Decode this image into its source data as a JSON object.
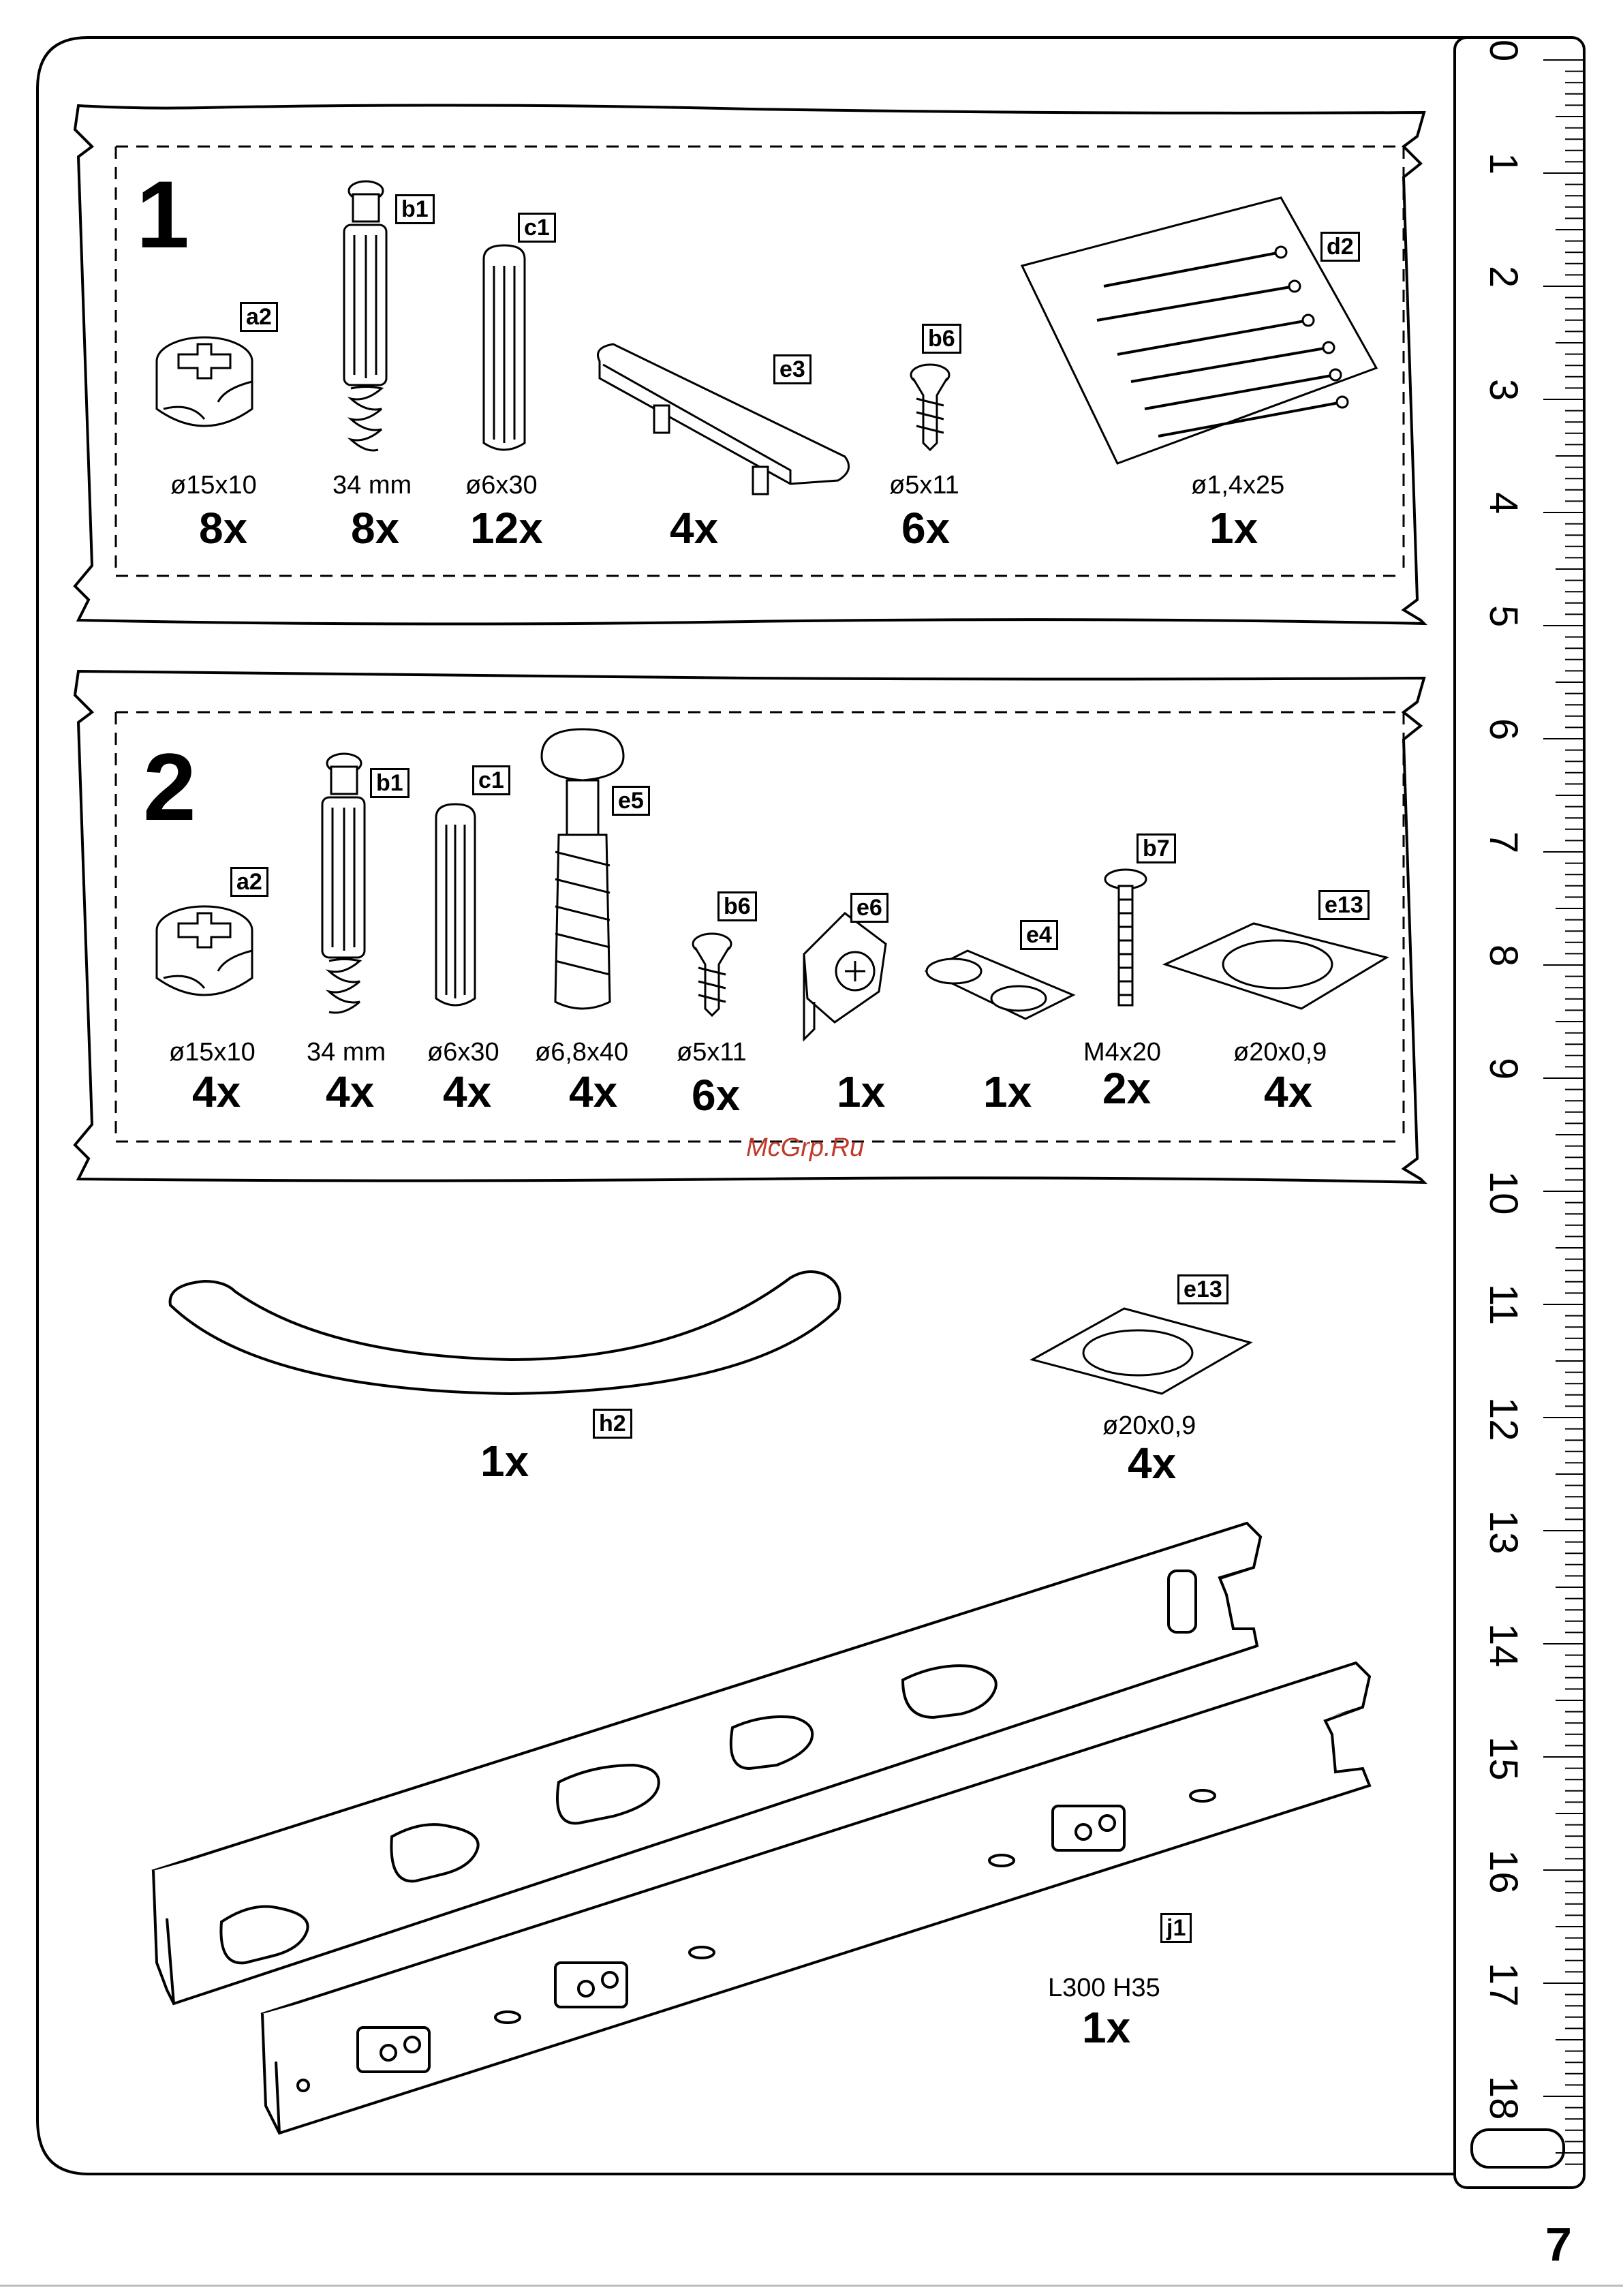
{
  "page_number": "7",
  "watermark": "McGrp.Ru",
  "bag1": {
    "step": "1",
    "items": [
      {
        "code": "a2",
        "spec": "ø15x10",
        "qty": "8x",
        "icon": "cam-lock-icon"
      },
      {
        "code": "b1",
        "spec": "34 mm",
        "qty": "8x",
        "icon": "cam-bolt-icon"
      },
      {
        "code": "c1",
        "spec": "ø6x30",
        "qty": "12x",
        "icon": "wooden-dowel-icon"
      },
      {
        "code": "e3",
        "spec": "",
        "qty": "4x",
        "icon": "drawer-stop-icon"
      },
      {
        "code": "b6",
        "spec": "ø5x11",
        "qty": "6x",
        "icon": "screw-icon"
      },
      {
        "code": "d2",
        "spec": "ø1,4x25",
        "qty": "1x",
        "icon": "nail-bag-icon"
      }
    ]
  },
  "bag2": {
    "step": "2",
    "items": [
      {
        "code": "a2",
        "spec": "ø15x10",
        "qty": "4x",
        "icon": "cam-lock-icon"
      },
      {
        "code": "b1",
        "spec": "34 mm",
        "qty": "4x",
        "icon": "cam-bolt-icon"
      },
      {
        "code": "c1",
        "spec": "ø6x30",
        "qty": "4x",
        "icon": "wooden-dowel-icon"
      },
      {
        "code": "e5",
        "spec": "ø6,8x40",
        "qty": "4x",
        "icon": "wall-plug-icon"
      },
      {
        "code": "b6",
        "spec": "ø5x11",
        "qty": "6x",
        "icon": "screw-icon"
      },
      {
        "code": "e6",
        "spec": "",
        "qty": "1x",
        "icon": "corner-bracket-icon"
      },
      {
        "code": "e4",
        "spec": "",
        "qty": "1x",
        "icon": "felt-pads-icon"
      },
      {
        "code": "b7",
        "spec": "M4x20",
        "qty": "2x",
        "icon": "machine-screw-icon"
      },
      {
        "code": "e13",
        "spec": "ø20x0,9",
        "qty": "4x",
        "icon": "round-pad-icon"
      }
    ]
  },
  "loose": [
    {
      "code": "h2",
      "spec": "",
      "qty": "1x",
      "icon": "curved-handle-icon"
    },
    {
      "code": "e13",
      "spec": "ø20x0,9",
      "qty": "4x",
      "icon": "round-pad-icon"
    },
    {
      "code": "j1",
      "spec": "L300 H35",
      "qty": "1x",
      "icon": "drawer-runner-icon"
    }
  ],
  "ruler": {
    "labels": [
      "0",
      "1",
      "2",
      "3",
      "4",
      "5",
      "6",
      "7",
      "8",
      "9",
      "10",
      "11",
      "12",
      "13",
      "14",
      "15",
      "16",
      "17",
      "18"
    ]
  }
}
